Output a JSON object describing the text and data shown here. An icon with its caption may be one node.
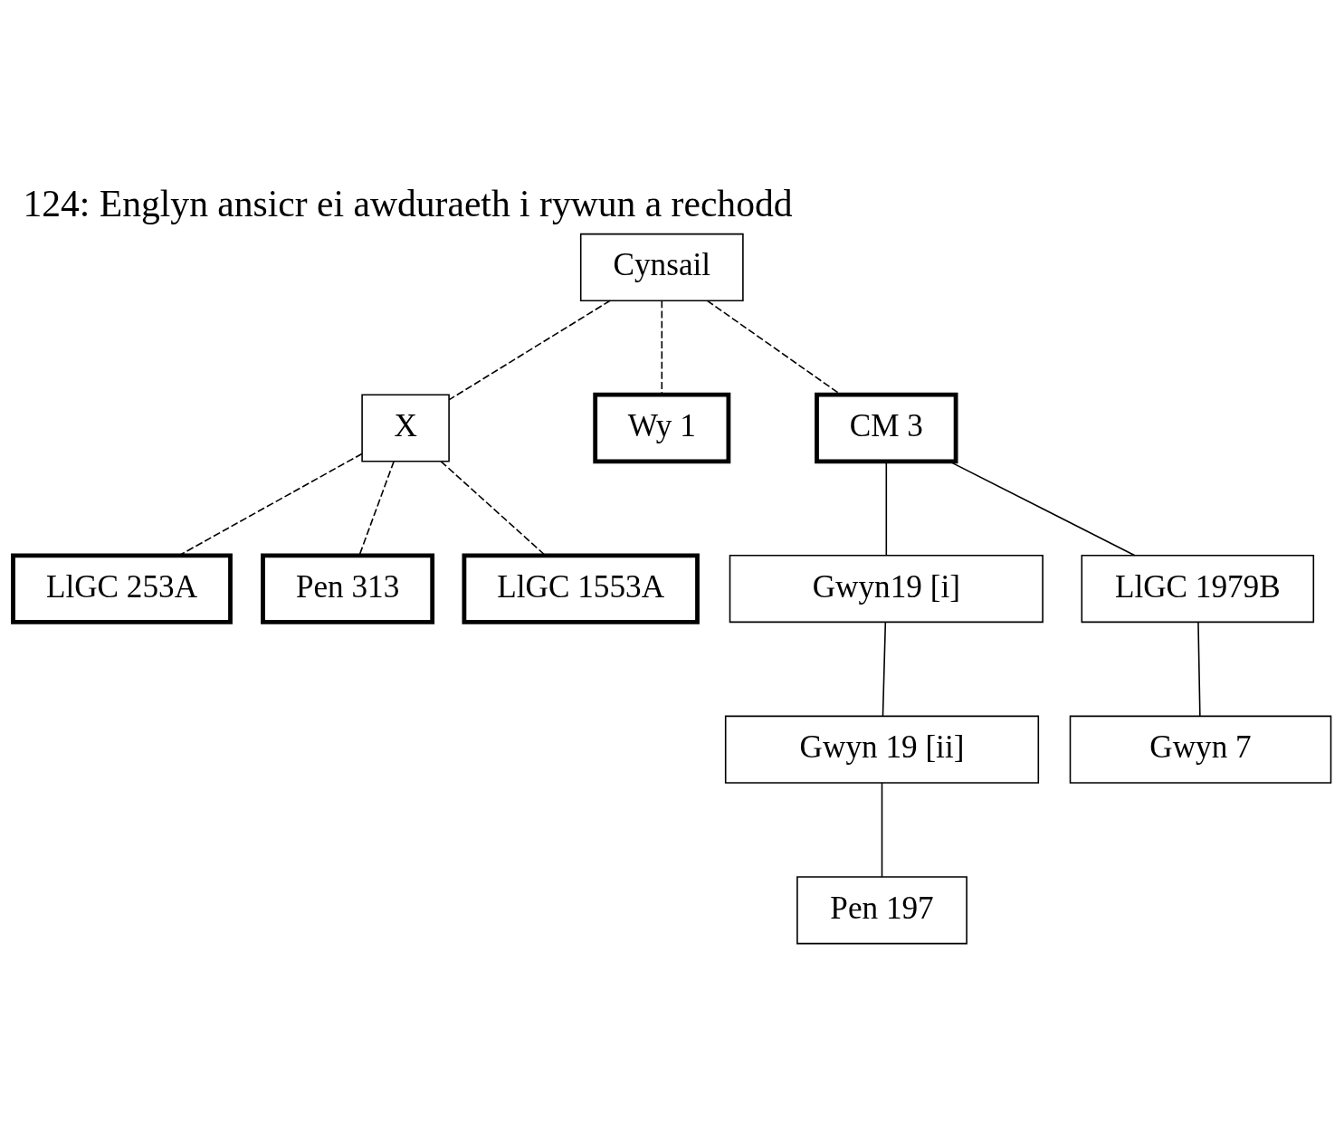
{
  "diagram": {
    "title": "124: Englyn ansicr ei awduraeth i rywun a rechodd",
    "nodes": [
      {
        "text": [
          "Cynsail"
        ]
      },
      {
        "text": [
          "X"
        ]
      },
      {
        "text": [
          "Wy 1"
        ]
      },
      {
        "text": [
          "CM 3"
        ]
      },
      {
        "text": [
          "LlGC 253A"
        ]
      },
      {
        "text": [
          "Pen 313"
        ]
      },
      {
        "text": [
          "LlGC 1553A"
        ]
      },
      {
        "text": [
          "Gwyn19 [i]"
        ]
      },
      {
        "text": [
          "LlGC 1979B"
        ]
      },
      {
        "text": [
          "Gwyn 19 [ii]"
        ]
      },
      {
        "text": [
          "Gwyn 7"
        ]
      },
      {
        "text": [
          "Pen 197"
        ]
      }
    ],
    "edges": [
      {
        "from": 0,
        "to": 1,
        "arrow": "none",
        "style": "dashed"
      },
      {
        "from": 0,
        "to": 2,
        "arrow": "none",
        "style": "dashed"
      },
      {
        "from": 0,
        "to": 3,
        "arrow": "none",
        "style": "dashed"
      },
      {
        "from": 1,
        "to": 4,
        "arrow": "none",
        "style": "dashed"
      },
      {
        "from": 1,
        "to": 5,
        "arrow": "none",
        "style": "dashed"
      },
      {
        "from": 1,
        "to": 6,
        "arrow": "none",
        "style": "dashed"
      },
      {
        "from": 3,
        "to": 7,
        "arrow": "none"
      },
      {
        "from": 3,
        "to": 8,
        "arrow": "none"
      },
      {
        "from": 7,
        "to": 9,
        "arrow": "none"
      },
      {
        "from": 8,
        "to": 10,
        "arrow": "none"
      },
      {
        "from": 9,
        "to": 11,
        "arrow": "none"
      }
    ]
  }
}
